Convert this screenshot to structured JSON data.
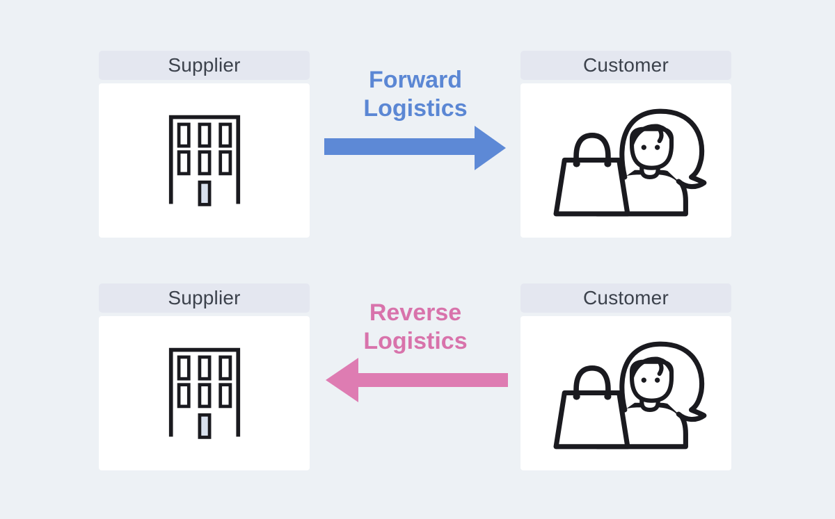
{
  "canvas": {
    "background": "#edf1f5"
  },
  "cards": {
    "top_supplier": {
      "title": "Supplier",
      "icon": "building-icon"
    },
    "top_customer": {
      "title": "Customer",
      "icon": "customer-icon"
    },
    "bottom_supplier": {
      "title": "Supplier",
      "icon": "building-icon"
    },
    "bottom_customer": {
      "title": "Customer",
      "icon": "customer-icon"
    }
  },
  "flows": {
    "forward": {
      "line1": "Forward",
      "line2": "Logistics",
      "direction": "right",
      "color": "#5d89d6",
      "text_color": "#5b87d4"
    },
    "reverse": {
      "line1": "Reverse",
      "line2": "Logistics",
      "direction": "left",
      "color": "#de7cb2",
      "text_color": "#d873ab"
    }
  },
  "colors": {
    "background": "#edf1f5",
    "card_header_bg": "#e4e7f0",
    "card_body_bg": "#ffffff",
    "title_text": "#3c424c",
    "icon_stroke": "#1a1a1f",
    "building_door_fill": "#d9e1ee"
  }
}
